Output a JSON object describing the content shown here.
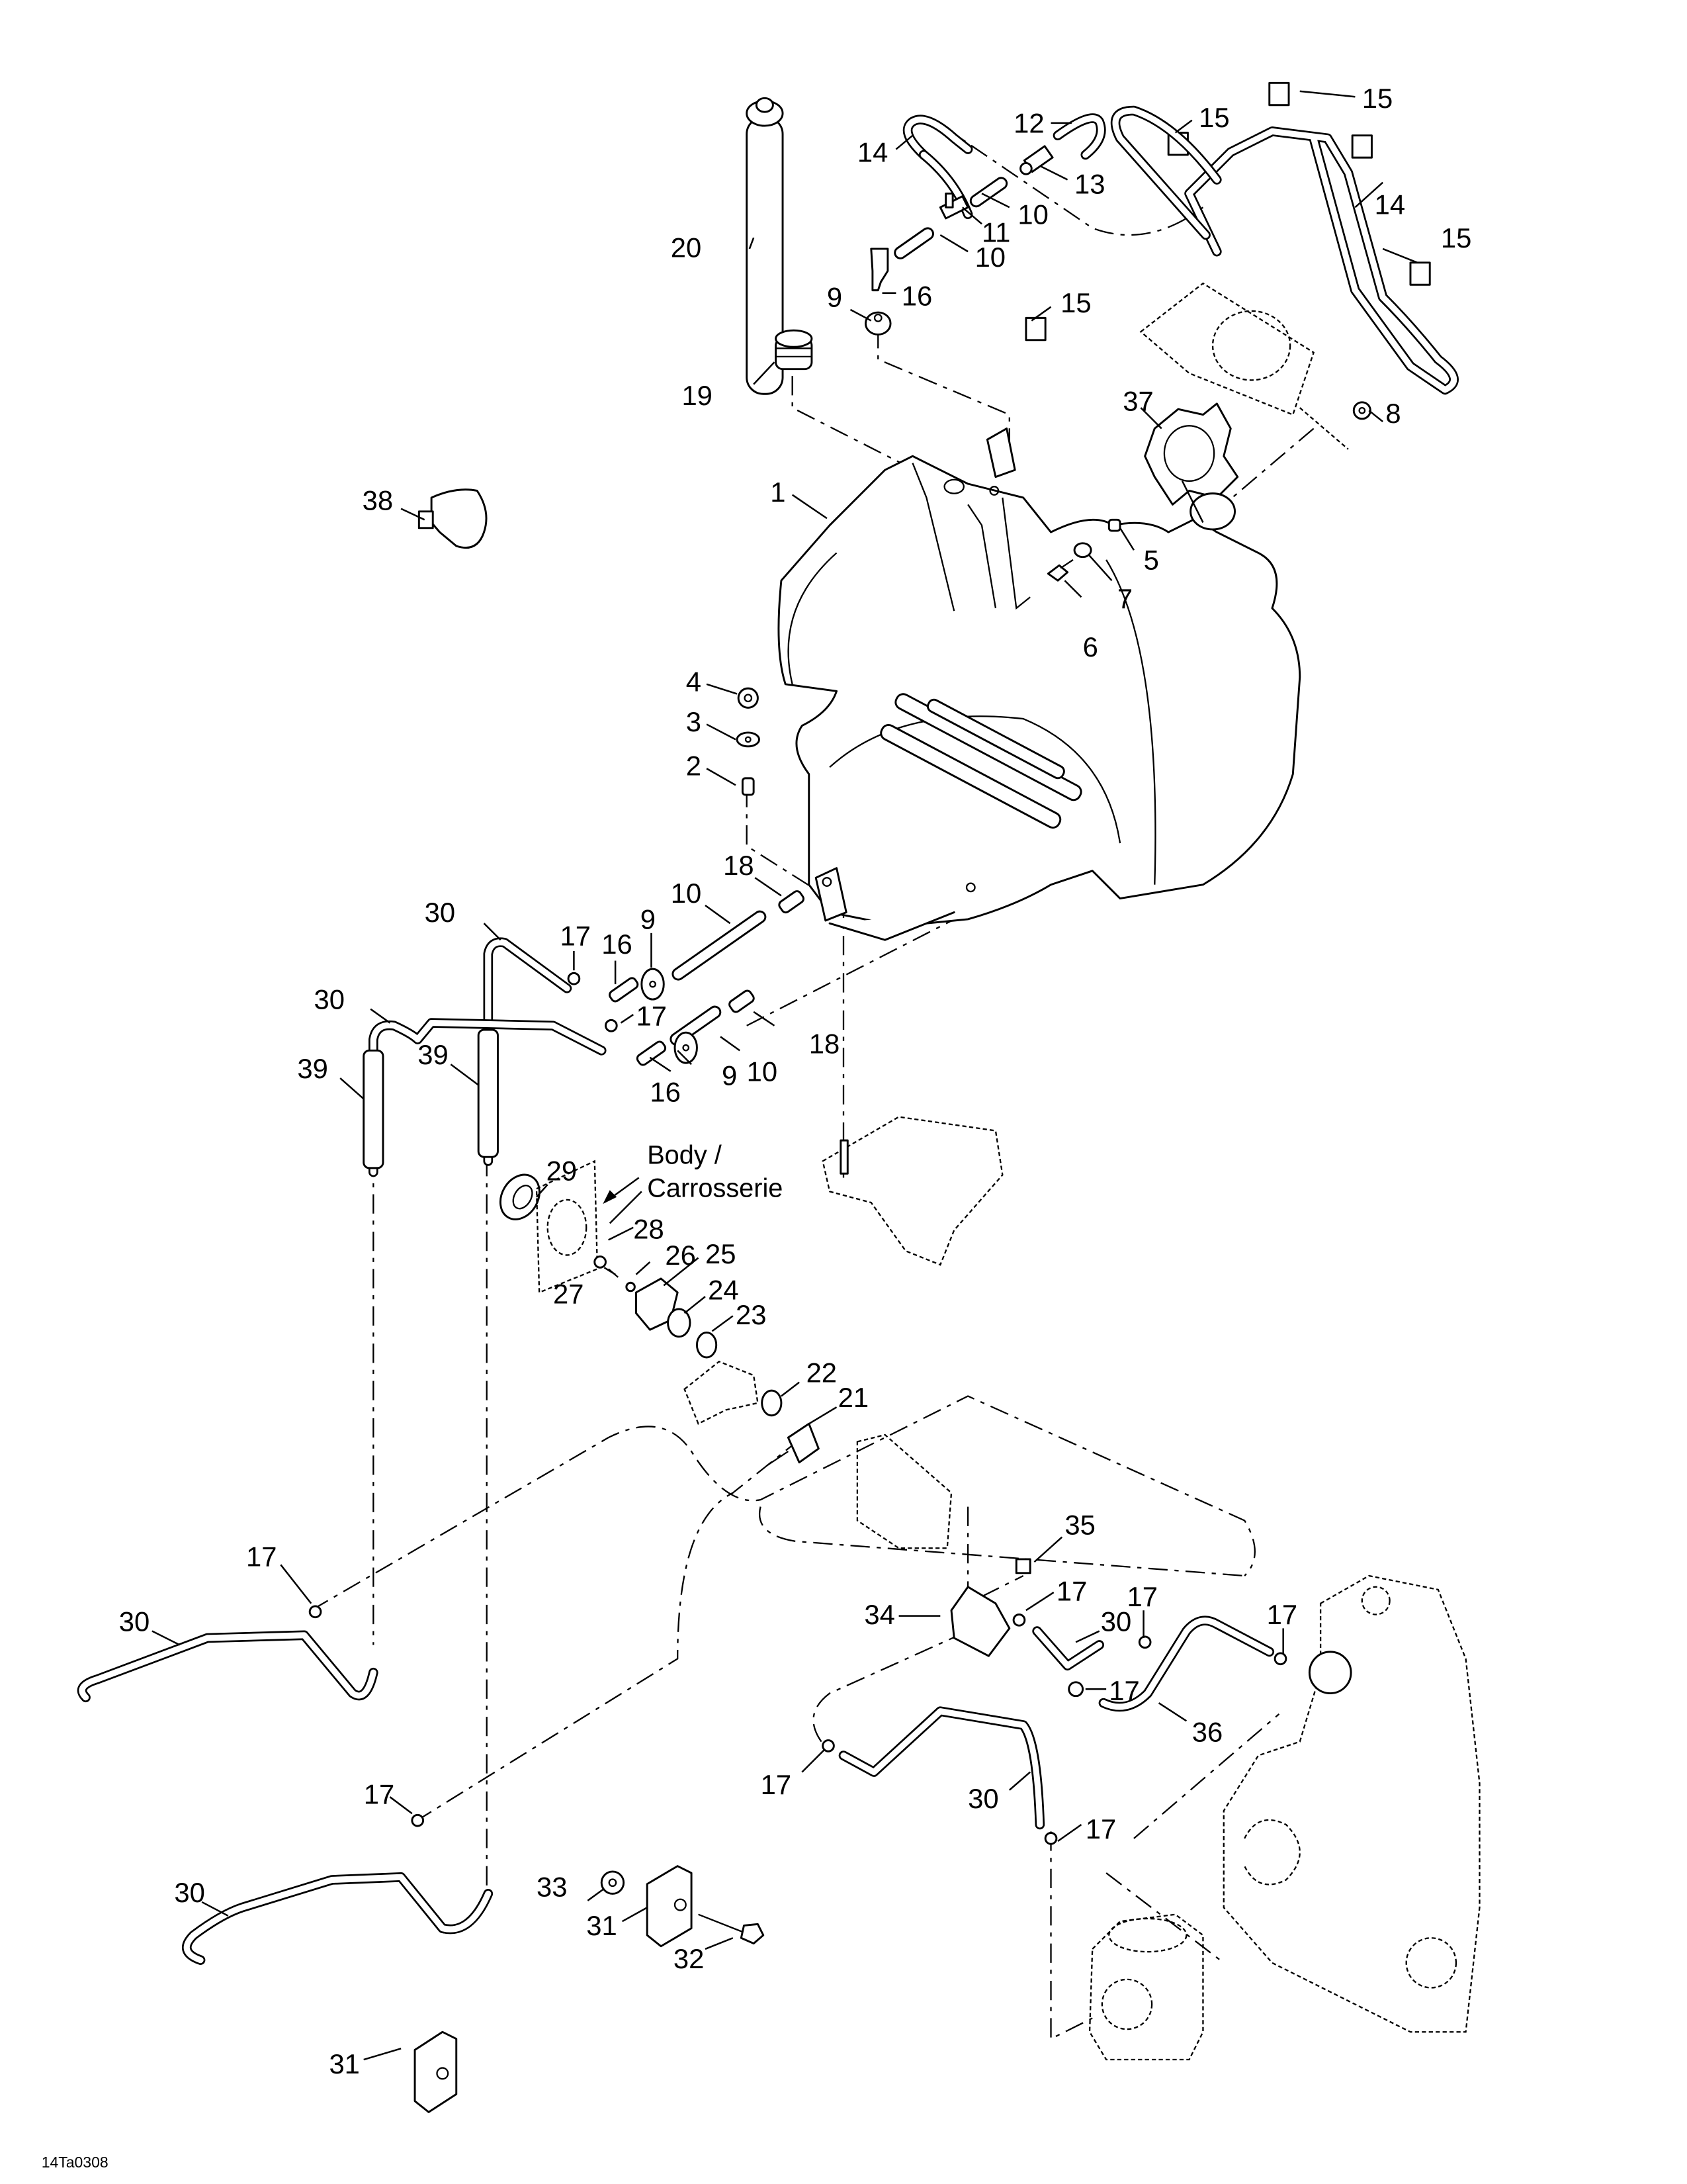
{
  "diagram": {
    "subject": "Fuel system exploded parts view",
    "reference_code": "14Ta0308",
    "note": {
      "line1": "Body /",
      "line2": "Carrosserie"
    }
  },
  "callouts": [
    {
      "id": "c1",
      "label": "1"
    },
    {
      "id": "c2",
      "label": "2"
    },
    {
      "id": "c3",
      "label": "3"
    },
    {
      "id": "c4",
      "label": "4"
    },
    {
      "id": "c5",
      "label": "5"
    },
    {
      "id": "c6",
      "label": "6"
    },
    {
      "id": "c7",
      "label": "7"
    },
    {
      "id": "c8",
      "label": "8"
    },
    {
      "id": "c9a",
      "label": "9"
    },
    {
      "id": "c9b",
      "label": "9"
    },
    {
      "id": "c9c",
      "label": "9"
    },
    {
      "id": "c10a",
      "label": "10"
    },
    {
      "id": "c10b",
      "label": "10"
    },
    {
      "id": "c10c",
      "label": "10"
    },
    {
      "id": "c10d",
      "label": "10"
    },
    {
      "id": "c11",
      "label": "11"
    },
    {
      "id": "c12",
      "label": "12"
    },
    {
      "id": "c13",
      "label": "13"
    },
    {
      "id": "c14a",
      "label": "14"
    },
    {
      "id": "c14b",
      "label": "14"
    },
    {
      "id": "c15a",
      "label": "15"
    },
    {
      "id": "c15b",
      "label": "15"
    },
    {
      "id": "c15c",
      "label": "15"
    },
    {
      "id": "c15d",
      "label": "15"
    },
    {
      "id": "c16a",
      "label": "16"
    },
    {
      "id": "c16b",
      "label": "16"
    },
    {
      "id": "c16c",
      "label": "16"
    },
    {
      "id": "c17a",
      "label": "17"
    },
    {
      "id": "c17b",
      "label": "17"
    },
    {
      "id": "c17c",
      "label": "17"
    },
    {
      "id": "c17d",
      "label": "17"
    },
    {
      "id": "c17e",
      "label": "17"
    },
    {
      "id": "c17f",
      "label": "17"
    },
    {
      "id": "c17g",
      "label": "17"
    },
    {
      "id": "c17h",
      "label": "17"
    },
    {
      "id": "c17i",
      "label": "17"
    },
    {
      "id": "c17j",
      "label": "17"
    },
    {
      "id": "c18a",
      "label": "18"
    },
    {
      "id": "c18b",
      "label": "18"
    },
    {
      "id": "c19",
      "label": "19"
    },
    {
      "id": "c20",
      "label": "20"
    },
    {
      "id": "c21",
      "label": "21"
    },
    {
      "id": "c22",
      "label": "22"
    },
    {
      "id": "c23",
      "label": "23"
    },
    {
      "id": "c24",
      "label": "24"
    },
    {
      "id": "c25",
      "label": "25"
    },
    {
      "id": "c26",
      "label": "26"
    },
    {
      "id": "c27",
      "label": "27"
    },
    {
      "id": "c28",
      "label": "28"
    },
    {
      "id": "c29",
      "label": "29"
    },
    {
      "id": "c30a",
      "label": "30"
    },
    {
      "id": "c30b",
      "label": "30"
    },
    {
      "id": "c30c",
      "label": "30"
    },
    {
      "id": "c30d",
      "label": "30"
    },
    {
      "id": "c30e",
      "label": "30"
    },
    {
      "id": "c30f",
      "label": "30"
    },
    {
      "id": "c31a",
      "label": "31"
    },
    {
      "id": "c31b",
      "label": "31"
    },
    {
      "id": "c32",
      "label": "32"
    },
    {
      "id": "c33",
      "label": "33"
    },
    {
      "id": "c34",
      "label": "34"
    },
    {
      "id": "c35",
      "label": "35"
    },
    {
      "id": "c36",
      "label": "36"
    },
    {
      "id": "c37",
      "label": "37"
    },
    {
      "id": "c38",
      "label": "38"
    },
    {
      "id": "c39a",
      "label": "39"
    },
    {
      "id": "c39b",
      "label": "39"
    }
  ]
}
